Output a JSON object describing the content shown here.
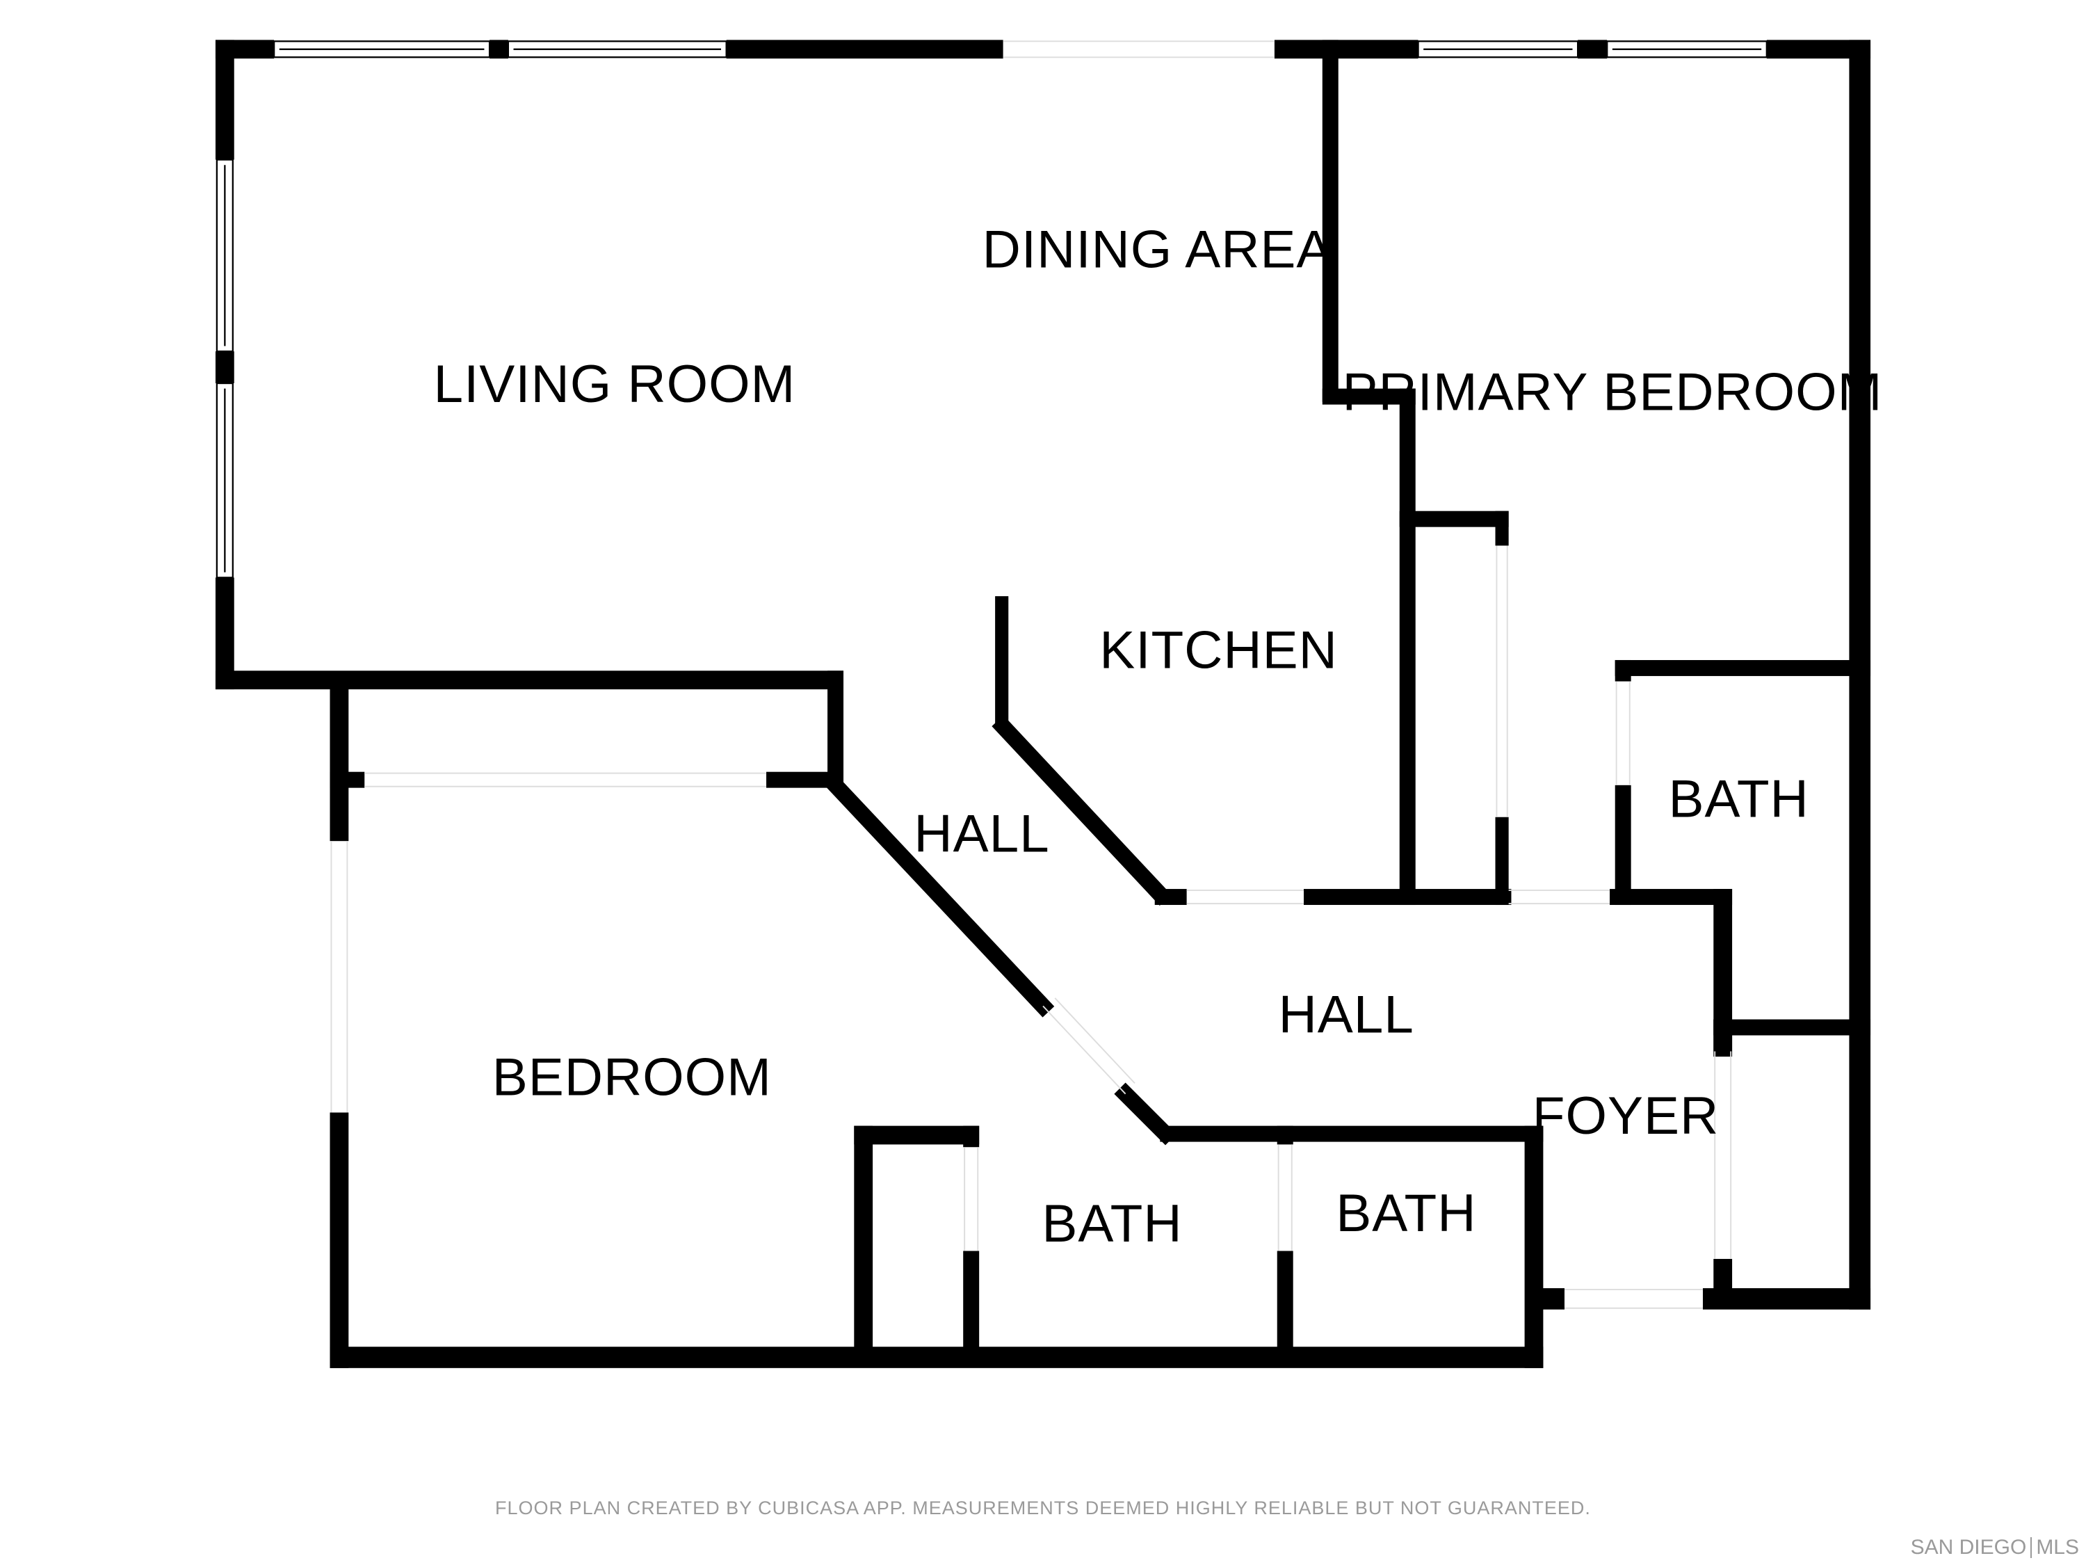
{
  "rooms": {
    "living_room": "LIVING ROOM",
    "dining_area": "DINING AREA",
    "primary_bedroom": "PRIMARY BEDROOM",
    "kitchen": "KITCHEN",
    "hall_upper": "HALL",
    "hall_lower": "HALL",
    "bath_primary": "BATH",
    "bedroom": "BEDROOM",
    "foyer": "FOYER",
    "bath_center": "BATH",
    "bath_right": "BATH"
  },
  "footer": {
    "note": "FLOOR PLAN CREATED BY CUBICASA APP. MEASUREMENTS DEEMED HIGHLY RELIABLE BUT NOT GUARANTEED."
  },
  "logo": {
    "left": "SAN DIEGO",
    "right": "MLS"
  },
  "colors": {
    "wall": "#000000",
    "background": "#ffffff",
    "footer_text": "#9a9a9a"
  }
}
